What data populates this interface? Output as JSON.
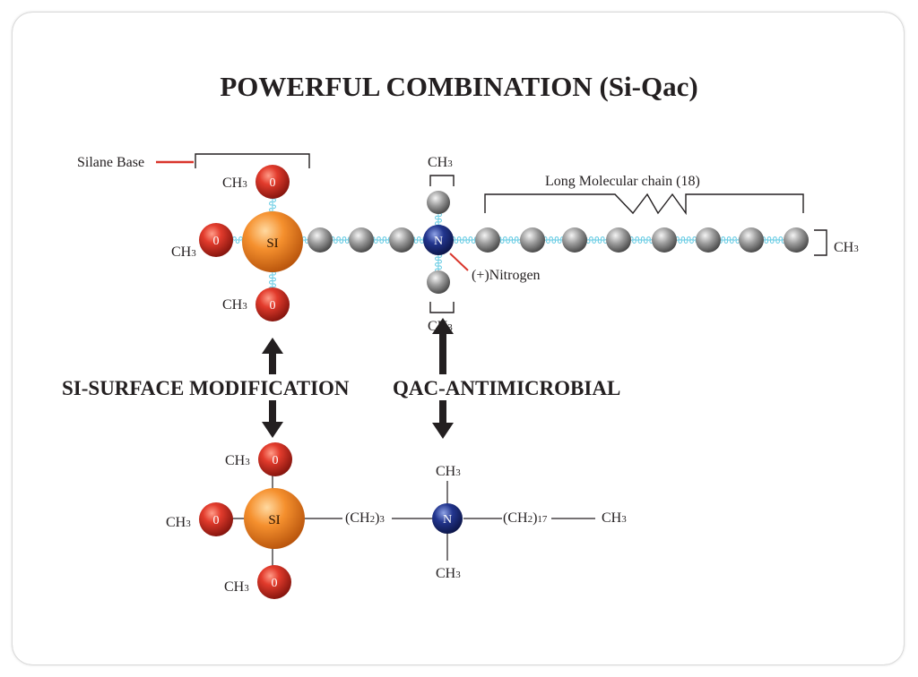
{
  "title": "POWERFUL COMBINATION (Si-Qac)",
  "headings": {
    "left": "SI-SURFACE MODIFICATION",
    "right": "QAC-ANTIMICROBIAL"
  },
  "labels": {
    "silane_base": "Silane Base",
    "long_chain": "Long Molecular chain (18)",
    "nitrogen": "(+)Nitrogen"
  },
  "atoms": {
    "silicon": "SI",
    "oxygen": "0",
    "nitrogen": "N"
  },
  "groups": {
    "ch3": "CH3",
    "ch2_3": "(CH2)3",
    "ch2_17": "(CH2)17"
  },
  "colors": {
    "oxygen": "#c4261c",
    "silicon": "#f08a2c",
    "nitrogen": "#1c2c7e",
    "carbon": "#8c8c8c",
    "bond_beads": "#5cc8e2",
    "pointer_line": "#d9352b",
    "text": "#231f20"
  }
}
